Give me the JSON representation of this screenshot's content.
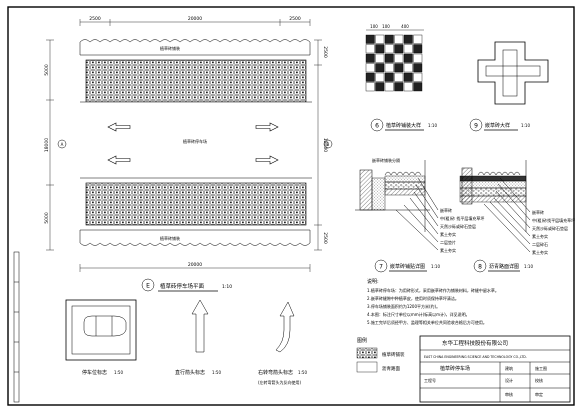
{
  "plan": {
    "label_no": "E",
    "title": "植草砖停车场平面",
    "scale": "1:10",
    "dim_top": [
      "2500",
      "20000",
      "2500"
    ],
    "dim_right": [
      "2500",
      "18000",
      "2500"
    ],
    "dim_left_total": "18000",
    "dim_left_parts": [
      "5000",
      "5000"
    ],
    "dim_bottom": "20000",
    "pave_label_top": "植草砖铺装",
    "pave_label_mid": "植草砖停车场",
    "pave_label_bottom": "植草砖铺装",
    "axis_left": "A",
    "axis_right": "B"
  },
  "detail6": {
    "label_no": "6",
    "title": "植草砖铺装大样",
    "scale": "1:10",
    "dim": [
      "100",
      "100",
      "400"
    ]
  },
  "detail9": {
    "label_no": "9",
    "title": "嵌草砖大样",
    "scale": "1:10"
  },
  "detail7": {
    "label_no": "7",
    "title": "嵌草砖铺贴详图",
    "scale": "1:10",
    "callouts": [
      "嵌草砖",
      "中(粗)砂 找平层填充草坪",
      "天然沙砾或碎石垫层",
      "素土夯实",
      "二层垫片",
      "素土夯实"
    ],
    "top_label": "嵌草砖铺装分隔"
  },
  "detail8": {
    "label_no": "8",
    "title": "沥青路面详图",
    "scale": "1:10",
    "callouts": [
      "嵌草砖",
      "中(粗)砂找平层填充草坪",
      "天然沙砾或碎石垫层",
      "素土夯实",
      "二层碎石",
      "素土夯实"
    ]
  },
  "notes": {
    "heading": "说明:",
    "lines": [
      "1.植草砖停车场：为用砖形式，采用嵌草砖作为铺装材料，砖缝中留水草。",
      "2.嵌草砖缝隙中种植草皮，使用时须保持草坪清洁。",
      "3.停车场铺装面积约为1200平方米(约)。",
      "4.本图：标注尺寸单位以mm计(标高以m计)，详见说明。",
      "5.施工完毕后须经甲方、监理等相关单位共同验收合格后方可使用。"
    ]
  },
  "legend": {
    "heading": "图例",
    "items": [
      {
        "label": "植草砖铺装"
      },
      {
        "label": "沥青路面"
      }
    ]
  },
  "small_details": [
    {
      "title": "停车位标志",
      "scale": "1:50"
    },
    {
      "title": "直行箭头标志",
      "scale": "1:50"
    },
    {
      "title": "右转弯箭头标志",
      "scale": "1:50"
    }
  ],
  "small_note": "(左转弯箭头为反向使用)",
  "titleblock": {
    "company_cn": "东华工程科技股份有限公司",
    "company_en": "EAST CHINA ENGINEERING SCIENCE AND TECHNOLOGY CO.,LTD.",
    "drawing_name": "植草砖停车场",
    "stage": "施工图",
    "discipline": "建筑",
    "rows": [
      "工程号",
      "设计",
      "校核",
      "审核",
      "审定"
    ]
  },
  "colors": {
    "ink": "#000000",
    "paper": "#ffffff",
    "hatch": "#2a2a2a"
  }
}
